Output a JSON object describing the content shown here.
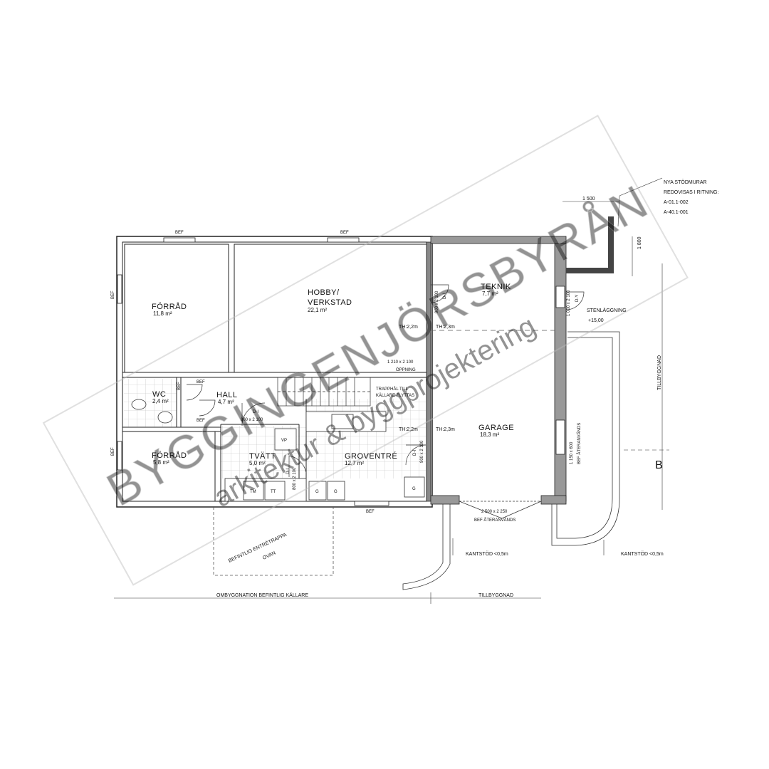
{
  "rooms": {
    "forrad1": {
      "name": "FÖRRÅD",
      "area": "11,8 m²"
    },
    "hobby": {
      "name_line1": "HOBBY/",
      "name_line2": "VERKSTAD",
      "area": "22,1 m²"
    },
    "teknik": {
      "name": "TEKNIK",
      "area": "7,7 m²"
    },
    "wc": {
      "name": "WC",
      "area": "2,4 m²"
    },
    "hall": {
      "name": "HALL",
      "area": "4,7 m²"
    },
    "garage": {
      "name": "GARAGE",
      "area": "18,3 m²"
    },
    "forrad2": {
      "name": "FÖRRÅD",
      "area": "5,8 m²"
    },
    "tvatt": {
      "name": "TVÄTT",
      "area": "5,0 m²"
    },
    "groventre": {
      "name": "GROVENTRÉ",
      "area": "12,7 m²"
    }
  },
  "labels": {
    "bef": "BEF",
    "th22": "TH:2,2m",
    "th23": "TH:2,3m",
    "opening_size": "1 210 x 2 100",
    "opening": "ÖPPNING",
    "trappa_line1": "TRAPPHÅL TILL",
    "trappa_line2": "KÄLLARE FLYTTAS",
    "door_di": "D-I",
    "door_dy": "D-Y",
    "door_800": "800 x 2 100",
    "door_900": "900 x 2 100",
    "door_1000": "1 000 x 2 100",
    "window_1150": "1 150 x 600",
    "bef_ateranvands": "BEF ÅTERANVÄNDS",
    "garage_door": "2 500 x 2 250",
    "vp": "VP",
    "tm": "TM",
    "tt": "TT",
    "g": "G",
    "stenlaggning": "STENLÄGGNING",
    "stenlaggning_level": "+15,00",
    "entre_line1": "BEFINTLIG ENTRÉTRAPPA",
    "entre_line2": "OVAN",
    "kantstod": "KANTSTÖD <0,5m",
    "dim_1500": "1 500",
    "dim_1800": "1 800",
    "tillbyggnad_vertical": "TILLBYGGNAD",
    "section_b": "B",
    "ombyggnad": "OMBYGGNATION BEFINTLIG KÄLLARE",
    "tillbyggnad": "TILLBYGGNAD",
    "note_line1": "NYA STÖDMURAR",
    "note_line2": "REDOVISAS I RITNING:",
    "note_line3": "A-01.1-002",
    "note_line4": "A-40.1-001"
  },
  "watermark": {
    "line1": "BYGGINGENJÖRSBYRÅN",
    "line2": "arkitektur & byggprojektering"
  }
}
